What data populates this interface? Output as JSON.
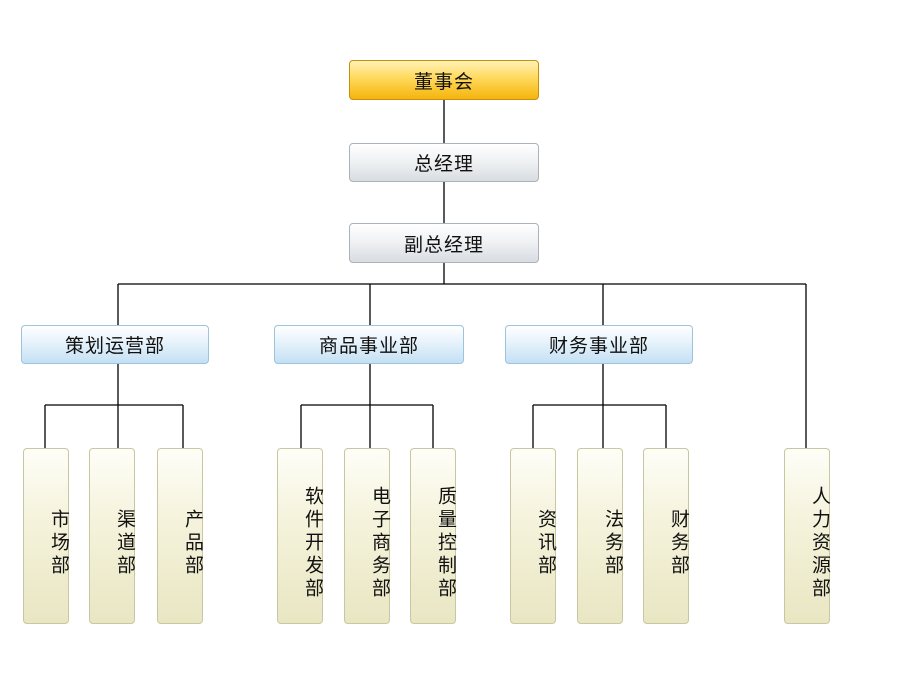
{
  "org_chart": {
    "board": "董事会",
    "general_manager": "总经理",
    "deputy_general_manager": "副总经理",
    "divisions": [
      {
        "name": "策划运营部",
        "departments": [
          "市场部",
          "渠道部",
          "产品部"
        ]
      },
      {
        "name": "商品事业部",
        "departments": [
          "软件开发部",
          "电子商务部",
          "质量控制部"
        ]
      },
      {
        "name": "财务事业部",
        "departments": [
          "资讯部",
          "法务部",
          "财务部"
        ]
      }
    ],
    "standalone_department": "人力资源部"
  },
  "colors": {
    "top_box": "#f5b40c",
    "manager_box": "#d8dde2",
    "division_box": "#c4e0f4",
    "department_box": "#e9e6c3",
    "connector": "#000000"
  }
}
